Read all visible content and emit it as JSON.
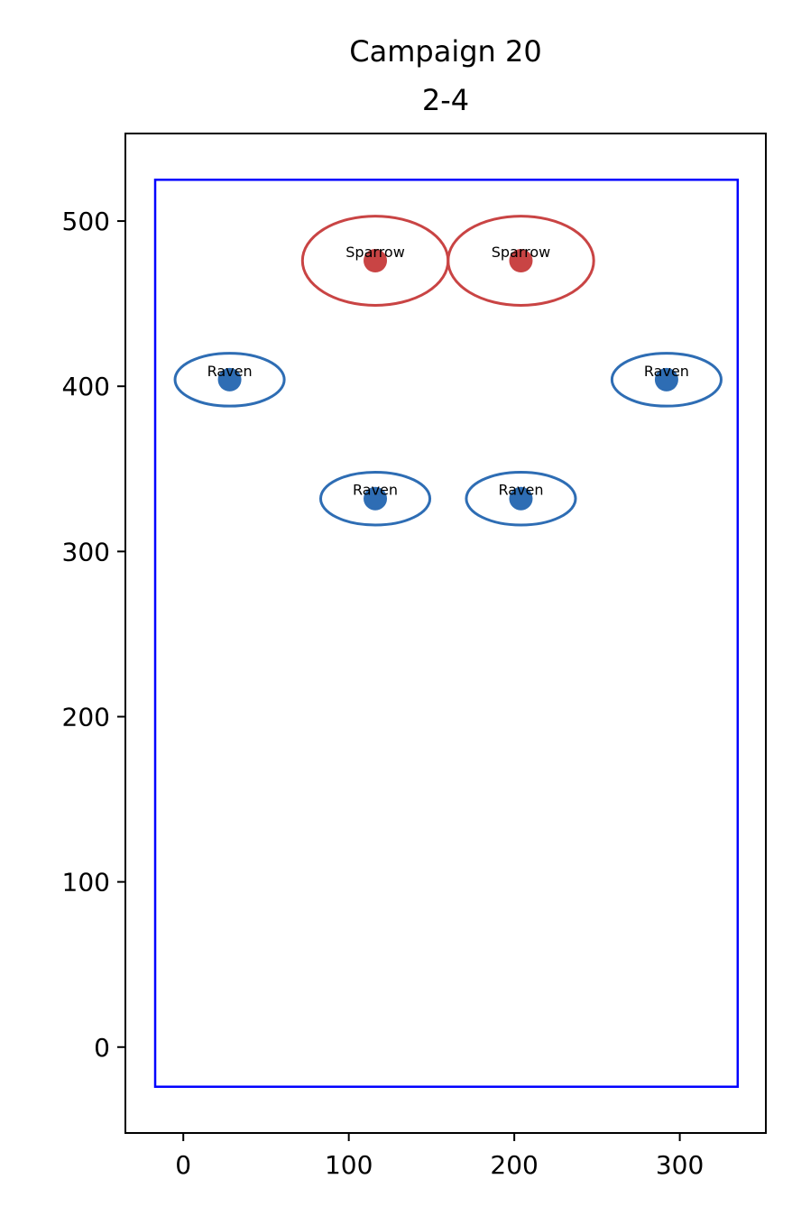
{
  "chart_data": {
    "type": "scatter",
    "title_lines": [
      "Campaign 20",
      "2-4"
    ],
    "xlim": [
      -35,
      352
    ],
    "ylim": [
      -52,
      553
    ],
    "xticks": [
      0,
      100,
      200,
      300
    ],
    "yticks": [
      0,
      100,
      200,
      300,
      400,
      500
    ],
    "grid": false,
    "boundary": {
      "x0": -17,
      "x1": 335,
      "y0": -24,
      "y1": 525,
      "color": "#0000ff"
    },
    "colors": {
      "Sparrow": "#c94444",
      "Raven": "#2e6db4"
    },
    "units": [
      {
        "label": "Sparrow",
        "x": 116,
        "y": 476,
        "rx": 44,
        "ry": 27
      },
      {
        "label": "Sparrow",
        "x": 204,
        "y": 476,
        "rx": 44,
        "ry": 27
      },
      {
        "label": "Raven",
        "x": 28,
        "y": 404,
        "rx": 33,
        "ry": 16
      },
      {
        "label": "Raven",
        "x": 292,
        "y": 404,
        "rx": 33,
        "ry": 16
      },
      {
        "label": "Raven",
        "x": 116,
        "y": 332,
        "rx": 33,
        "ry": 16
      },
      {
        "label": "Raven",
        "x": 204,
        "y": 332,
        "rx": 33,
        "ry": 16
      }
    ]
  }
}
